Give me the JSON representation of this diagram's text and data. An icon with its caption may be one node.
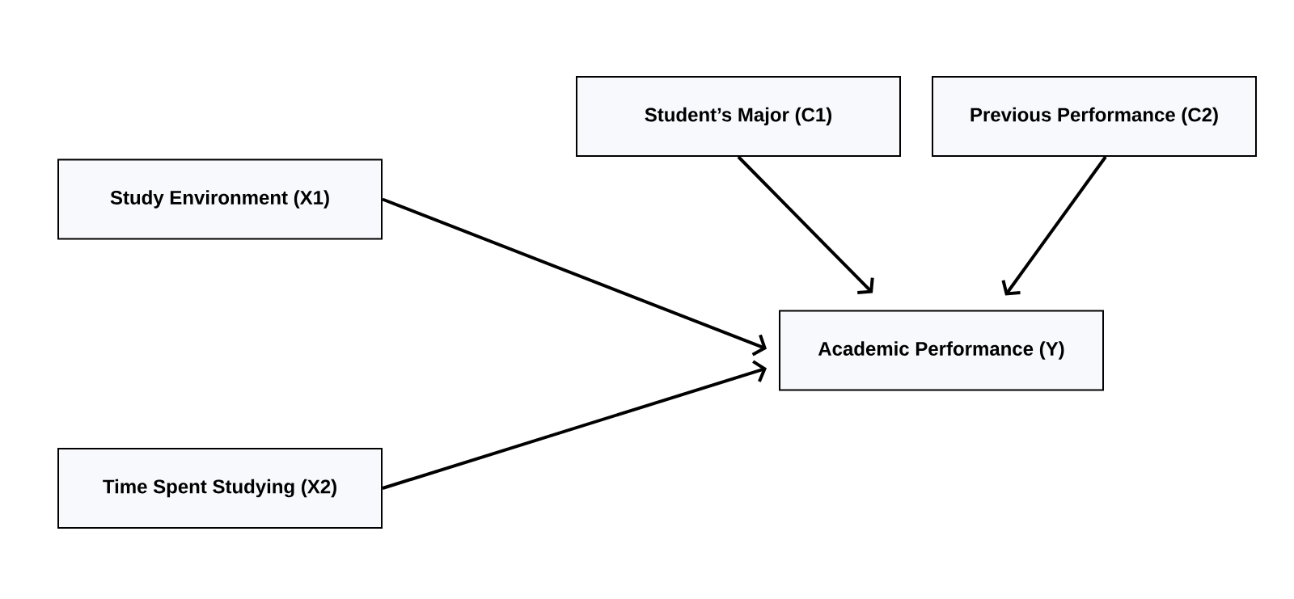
{
  "diagram": {
    "nodes": [
      {
        "text": [
          "Study Environment (X1)"
        ]
      },
      {
        "text": [
          "Time Spent Studying (X2)"
        ]
      },
      {
        "text": [
          "Student’s Major (C1)"
        ]
      },
      {
        "text": [
          "Previous Performance (C2)"
        ]
      },
      {
        "text": [
          "Academic Performance (Y)"
        ]
      }
    ],
    "edges": [
      {
        "from": 0,
        "to": 4,
        "arrow": "to"
      },
      {
        "from": 1,
        "to": 4,
        "arrow": "to"
      },
      {
        "from": 2,
        "to": 4,
        "arrow": "to"
      },
      {
        "from": 3,
        "to": 4,
        "arrow": "to"
      }
    ]
  }
}
